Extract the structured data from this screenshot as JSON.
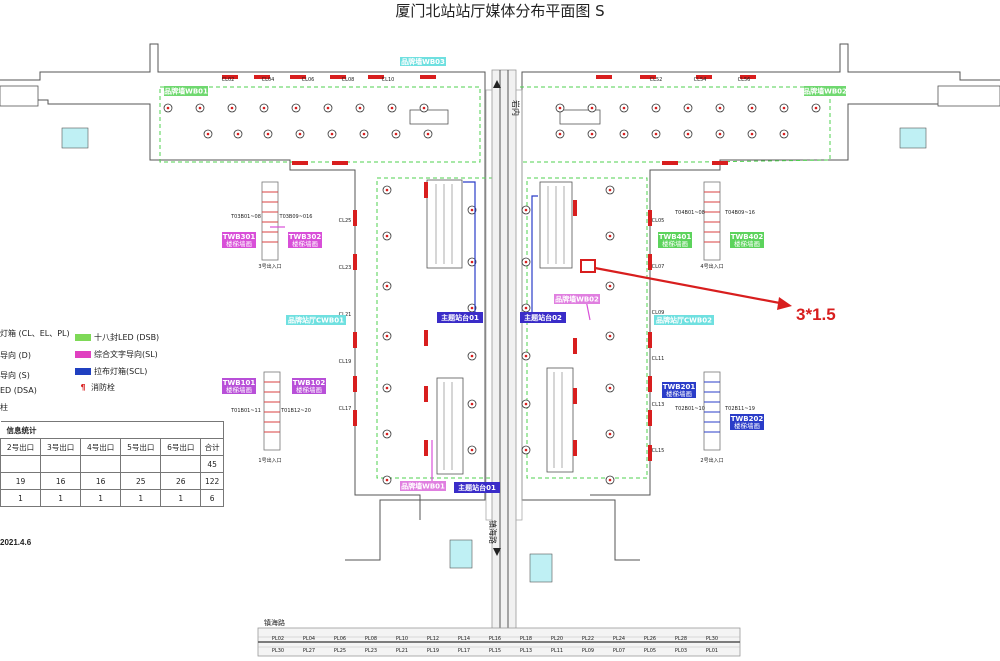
{
  "title": "厦门北站站厅媒体分布平面图 S",
  "callout": "3*1.5",
  "date": "2021.4.6",
  "legend": [
    {
      "label": "灯箱 (CL、EL、PL)",
      "color": "#e8e8e8"
    },
    {
      "label": "导向 (D)",
      "color": "#e8e8e8"
    },
    {
      "label": "导向 (S)",
      "color": "#e8e8e8"
    },
    {
      "label": "ED (DSA)",
      "color": "#e8e8e8"
    },
    {
      "label": "柱",
      "color": "#e8e8e8"
    },
    {
      "label": "十八封LED (DSB)",
      "color": "#7ed957"
    },
    {
      "label": "综合文字导向(SL)",
      "color": "#e040c0"
    },
    {
      "label": "拉布灯箱(SCL)",
      "color": "#2040c0"
    },
    {
      "label": "消防栓",
      "color": "#d81e1e"
    }
  ],
  "stats": {
    "header": "信息统计",
    "columns": [
      "2号出口",
      "3号出口",
      "4号出口",
      "5号出口",
      "6号出口",
      "合计"
    ],
    "rows": [
      [
        "",
        "",
        "",
        "",
        "",
        "45"
      ],
      [
        "19",
        "16",
        "16",
        "25",
        "26",
        "122"
      ],
      [
        "1",
        "1",
        "1",
        "1",
        "1",
        "6"
      ]
    ]
  },
  "plan": {
    "roads": {
      "top_road": "岩内",
      "bottom_road": "镇海路",
      "bottom_strip": "镇海路"
    },
    "brand_labels_green": [
      "品牌墙WB01",
      "品牌墙WB02",
      "品牌墙WB03"
    ],
    "twb_labels": [
      {
        "code": "TWB301",
        "sub": "楼梯墙画",
        "color": "#d84fd8"
      },
      {
        "code": "TWB302",
        "sub": "楼梯墙画",
        "color": "#d84fd8"
      },
      {
        "code": "TWB401",
        "sub": "楼梯墙画",
        "color": "#5cd35c"
      },
      {
        "code": "TWB402",
        "sub": "楼梯墙画",
        "color": "#5cd35c"
      },
      {
        "code": "TWB101",
        "sub": "楼梯墙画",
        "color": "#b84fd8"
      },
      {
        "code": "TWB102",
        "sub": "楼梯墙画",
        "color": "#b84fd8"
      },
      {
        "code": "TWB201",
        "sub": "楼梯墙画",
        "color": "#2a3cc8"
      },
      {
        "code": "TWB202",
        "sub": "楼梯墙画",
        "color": "#2a3cc8"
      }
    ],
    "theme_labels": [
      "主题站台01",
      "主题站台02",
      "主题站台01"
    ],
    "cyan_labels": [
      "品牌站厅CWB01",
      "品牌站厅CWB02",
      "品牌墙WB01",
      "品牌墙WB02"
    ],
    "cl_top_left": [
      "CL02",
      "CL04",
      "CL06",
      "CL08",
      "CL10"
    ],
    "cl_top_right": [
      "CL52",
      "CL54",
      "CL56"
    ],
    "cl_left_col": [
      "CL25",
      "CL23",
      "CL21",
      "CL19",
      "CL17"
    ],
    "cl_right_col": [
      "CL05",
      "CL07",
      "CL09",
      "CL11",
      "CL13",
      "CL15"
    ],
    "pl_top": [
      "PL02",
      "PL04",
      "PL06",
      "PL08",
      "PL10",
      "PL12",
      "PL14",
      "PL16",
      "PL18",
      "PL20",
      "PL22",
      "PL24",
      "PL26",
      "PL28",
      "PL30"
    ],
    "pl_bottom": [
      "PL30",
      "PL27",
      "PL25",
      "PL23",
      "PL21",
      "PL19",
      "PL17",
      "PL15",
      "PL13",
      "PL11",
      "PL09",
      "PL07",
      "PL05",
      "PL03",
      "PL01"
    ],
    "exit_labels": [
      "3号出入口",
      "4号出入口",
      "1号出入口",
      "2号出入口"
    ],
    "range_labels": [
      "T03B01~08",
      "T03B09~016",
      "T04B01~08",
      "T04B09~16",
      "T01B01~11",
      "T01B12~20",
      "T02B01~10",
      "T02B11~19"
    ]
  }
}
